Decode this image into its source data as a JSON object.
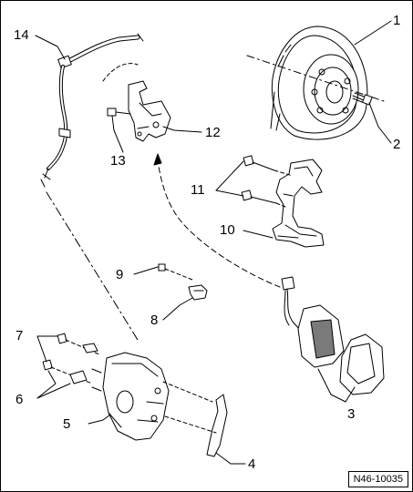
{
  "diagram": {
    "figure_code": "N46-10035",
    "colors": {
      "ink": "#000000",
      "paper": "#ffffff",
      "shade": "#cfcfcf",
      "pad": "#7a7a7a"
    },
    "parts": [
      {
        "id": "part-1",
        "label": "1"
      },
      {
        "id": "part-2",
        "label": "2"
      },
      {
        "id": "part-3",
        "label": "3"
      },
      {
        "id": "part-4",
        "label": "4"
      },
      {
        "id": "part-5",
        "label": "5"
      },
      {
        "id": "part-6",
        "label": "6"
      },
      {
        "id": "part-7",
        "label": "7"
      },
      {
        "id": "part-8",
        "label": "8"
      },
      {
        "id": "part-9",
        "label": "9"
      },
      {
        "id": "part-10",
        "label": "10"
      },
      {
        "id": "part-11",
        "label": "11"
      },
      {
        "id": "part-12",
        "label": "12"
      },
      {
        "id": "part-13",
        "label": "13"
      },
      {
        "id": "part-14",
        "label": "14"
      }
    ]
  }
}
